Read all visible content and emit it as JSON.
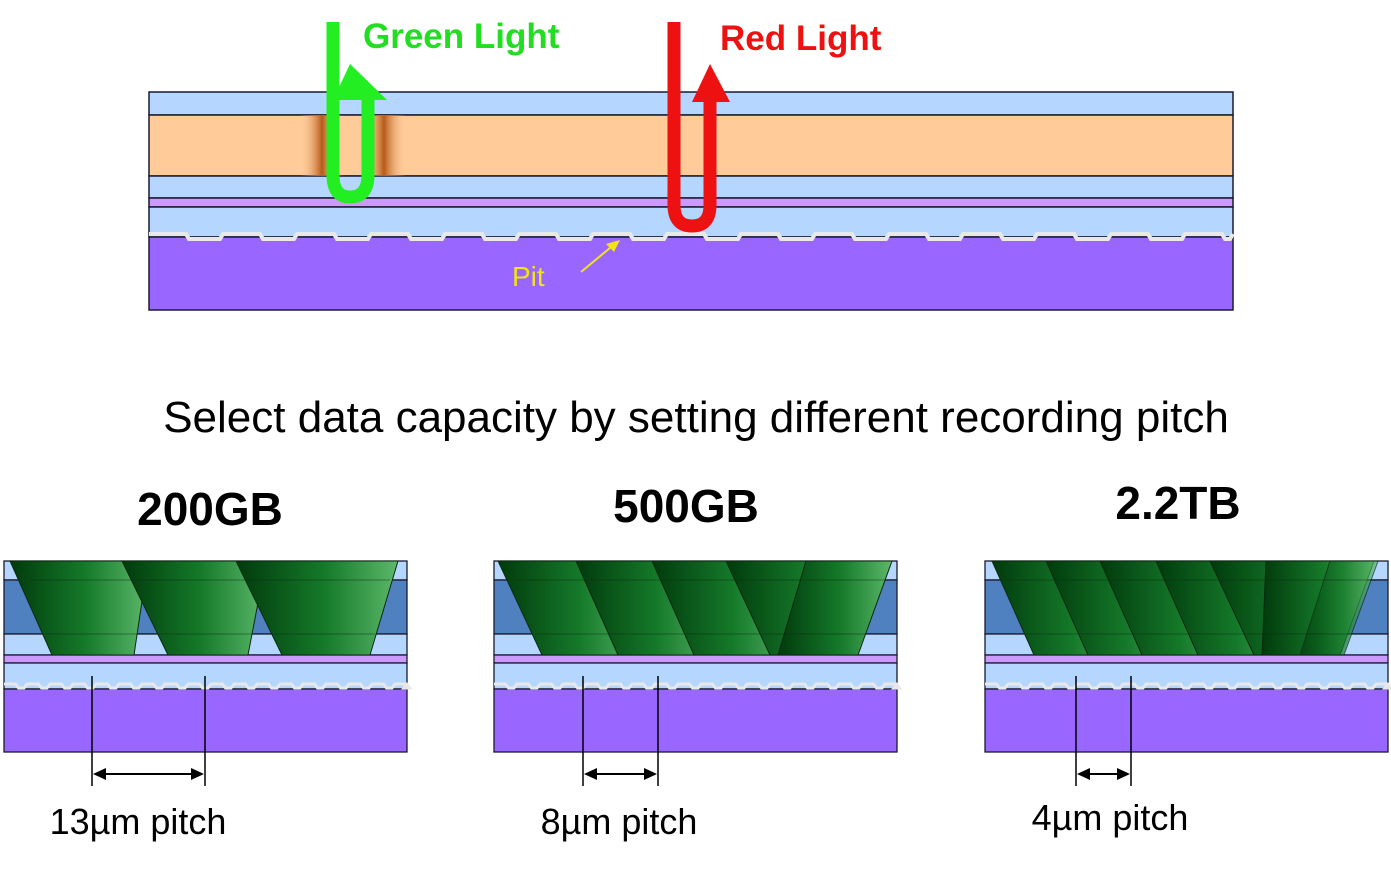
{
  "diagram": {
    "labels": {
      "green_light": "Green Light",
      "red_light": "Red Light",
      "pit": "Pit"
    },
    "caption": "Select data capacity by setting different recording pitch",
    "panels": [
      {
        "capacity": "200GB",
        "pitch": "13µm pitch",
        "cones": 3
      },
      {
        "capacity": "500GB",
        "pitch": "8µm pitch",
        "cones": 5
      },
      {
        "capacity": "2.2TB",
        "pitch": "4µm pitch",
        "cones": 7
      }
    ],
    "colors": {
      "green_light": "#22ee22",
      "red_light": "#ee1111",
      "substrate": "#9966ff",
      "cover_layer": "#b4d6ff",
      "recording_layer_top": "#ffcc99",
      "recording_layer_panel": "#4f80c0",
      "dichroic_layer": "#cc99ff",
      "cone_green": "#0a6a1a",
      "pit_arrow": "#f2e21a"
    }
  }
}
